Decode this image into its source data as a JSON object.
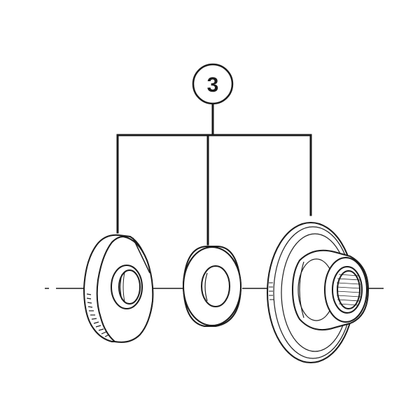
{
  "diagram": {
    "callout": {
      "label": "3"
    },
    "parts": [
      {
        "id": "lock-nut"
      },
      {
        "id": "washer"
      },
      {
        "id": "cone"
      }
    ],
    "colors": {
      "line": "#1a1a1a",
      "background": "#ffffff"
    }
  }
}
